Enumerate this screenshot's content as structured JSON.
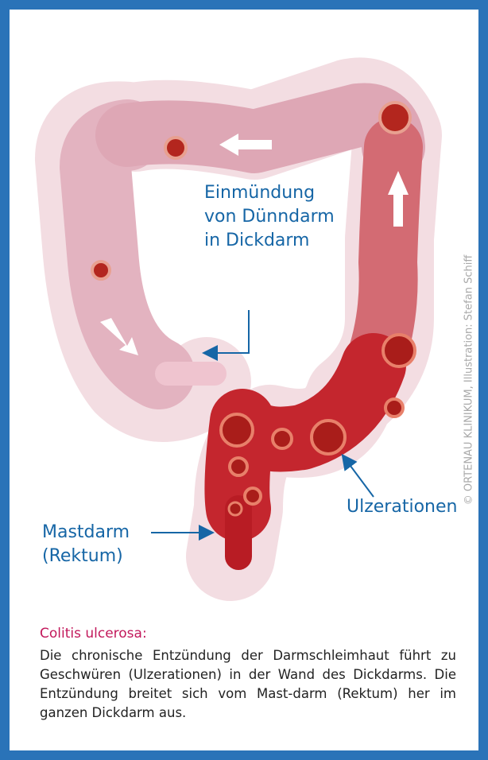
{
  "credit": "© ORTENAU KLINIKUM, Illustration: Stefan Schiff",
  "labels": {
    "einmuendung": [
      "Einmündung",
      "von Dünndarm",
      "in Dickdarm"
    ],
    "ulzerationen": "Ulzerationen",
    "mastdarm": [
      "Mastdarm",
      "(Rektum)"
    ]
  },
  "caption": {
    "title": "Colitis ulcerosa:",
    "body": "Die chronische Entzündung der Darmschleimhaut führt zu Geschwüren (Ulzerationen) in der Wand des Dickdarms. Die Entzündung breitet sich vom Mast-darm (Rektum) her im ganzen Dickdarm aus."
  },
  "colors": {
    "frame": "#2a73b8",
    "label_blue": "#1666a6",
    "caption_title": "#c2185b",
    "healthy_colon": "#e7b8c4",
    "inflamed_colon": "#c4262e",
    "ulcer": "#b3261e"
  }
}
